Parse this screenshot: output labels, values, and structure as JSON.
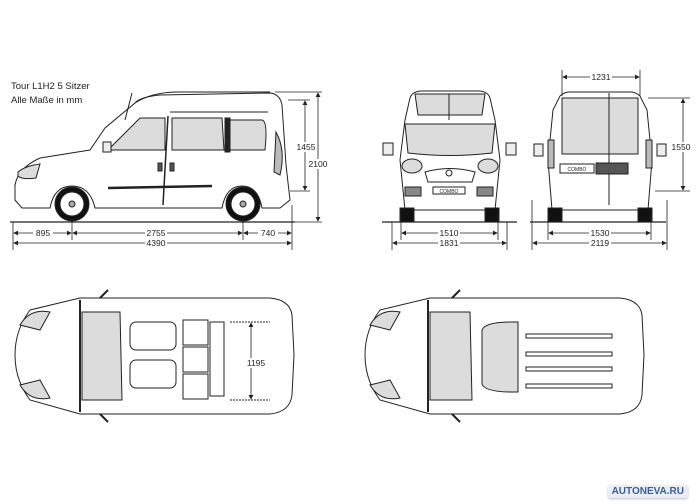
{
  "header": {
    "title_line1": "Tour L1H2 5 Sitzer",
    "title_line2": "Alle Maße in mm"
  },
  "side_view": {
    "front_overhang": "895",
    "wheelbase": "2755",
    "rear_overhang": "740",
    "overall_length": "4390",
    "interior_height": "1455",
    "overall_height": "2100"
  },
  "front_view": {
    "track_front": "1510",
    "overall_width": "1831",
    "badge": "COMBO"
  },
  "rear_view": {
    "door_width": "1231",
    "door_height": "1550",
    "track_rear": "1530",
    "width_with_mirrors": "2119",
    "badge": "COMBO"
  },
  "top_view_interior": {
    "cargo_width": "1195"
  },
  "watermark": {
    "text": "AUTONEVA.RU"
  },
  "colors": {
    "line": "#222222",
    "glass": "#dcdcdc",
    "background": "#ffffff"
  }
}
